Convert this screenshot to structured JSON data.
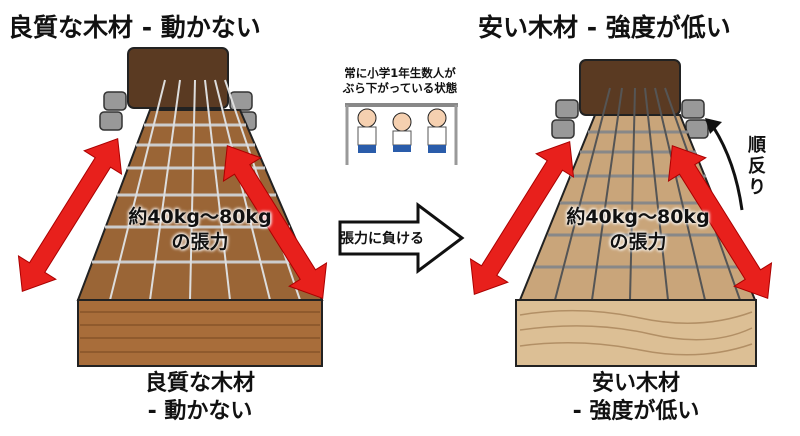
{
  "left": {
    "title": "良質な木材 - 動かない",
    "tension_line1": "約40kg〜80kg",
    "tension_line2": "の張力",
    "bottom_line1": "良質な木材",
    "bottom_line2": "- 動かない"
  },
  "right": {
    "title": "安い木材 - 強度が低い",
    "tension_line1": "約40kg〜80kg",
    "tension_line2": "の張力",
    "bottom_line1": "安い木材",
    "bottom_line2": "- 強度が低い",
    "bend_label": "順反り"
  },
  "center": {
    "caption_line1": "常に小学1年生数人が",
    "caption_line2": "ぶら下がっている状態",
    "arrow_label": "張力に負ける"
  },
  "colors": {
    "arrow_red": "#e8201c",
    "good_wood": "#9a6536",
    "cheap_wood": "#c9a57a"
  }
}
